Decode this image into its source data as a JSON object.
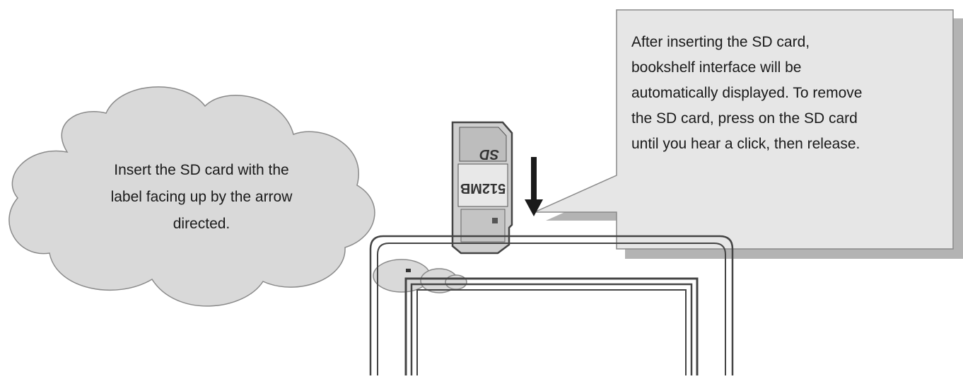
{
  "cloud_note": {
    "lines": [
      "Insert the SD card with the",
      "label facing up by the arrow",
      "directed."
    ]
  },
  "callout_note": {
    "lines": [
      "After inserting the SD card,",
      "bookshelf interface will be",
      "automatically displayed. To remove",
      "the SD card, press on the SD card",
      "until you hear a click, then release."
    ]
  },
  "sd_card": {
    "capacity_label": "512MB",
    "brand_label": "SD"
  },
  "colors": {
    "cloud_fill": "#d9d9d9",
    "callout_fill": "#e6e6e6",
    "callout_shadow": "#b3b3b3",
    "outline": "#8a8a8a",
    "device_stroke": "#555555"
  }
}
